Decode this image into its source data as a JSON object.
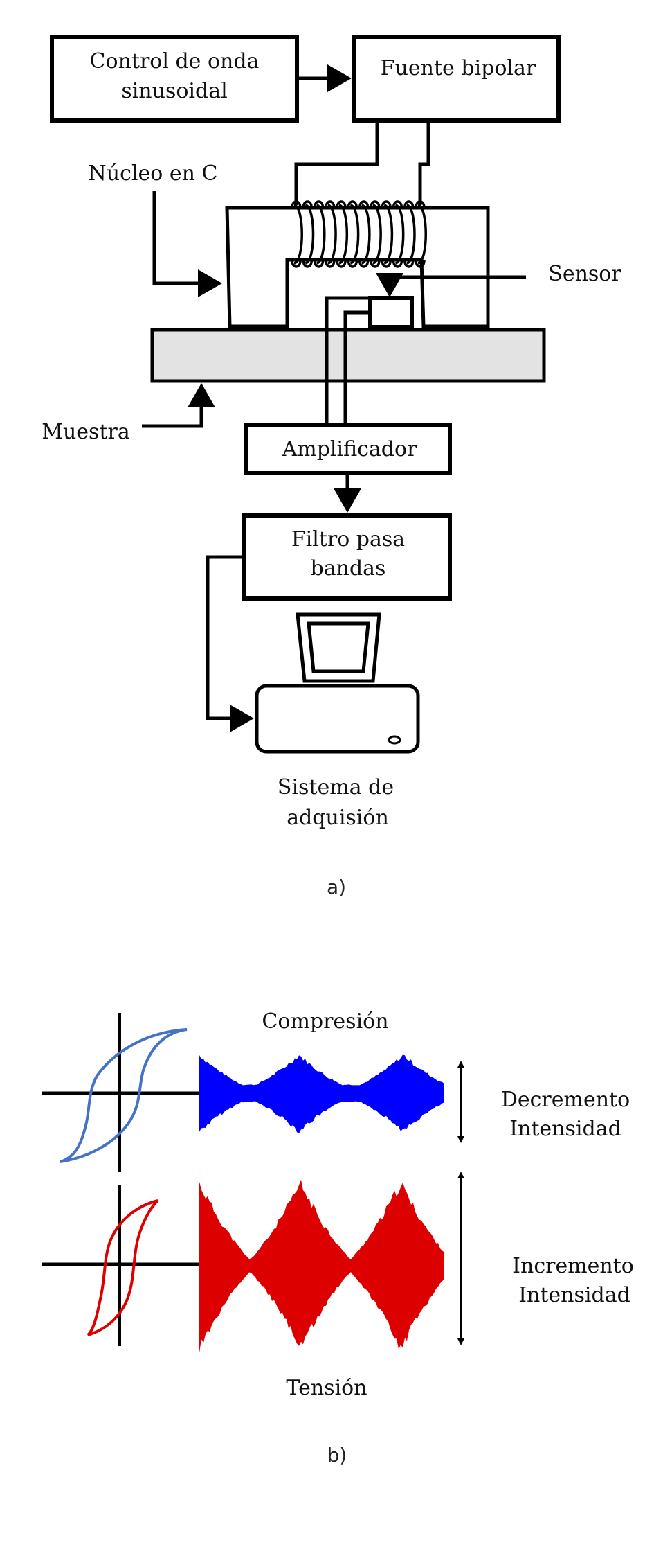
{
  "figure_a": {
    "caption": "a)",
    "blocks": {
      "wave_control": [
        "Control de onda",
        "sinusoidal"
      ],
      "bipolar_source": "Fuente bipolar",
      "amplifier": "Amplificador",
      "bandpass_filter": [
        "Filtro pasa",
        "bandas"
      ]
    },
    "labels": {
      "c_core": "Núcleo en C",
      "sensor": "Sensor",
      "sample": "Muestra",
      "acquisition_system": [
        "Sistema de",
        "adquisión"
      ]
    },
    "colors": {
      "sample_fill": "#e3e3e3"
    }
  },
  "figure_b": {
    "caption": "b)",
    "top_label": "Compresión",
    "bottom_label": "Tensión",
    "compression": {
      "color": "#0000ff",
      "loop_color": "#4472c4",
      "annotation": [
        "Decremento",
        "Intensidad"
      ]
    },
    "tension": {
      "color": "#dd0000",
      "loop_color": "#dd0000",
      "annotation": [
        "Incremento",
        "Intensidad"
      ]
    }
  }
}
